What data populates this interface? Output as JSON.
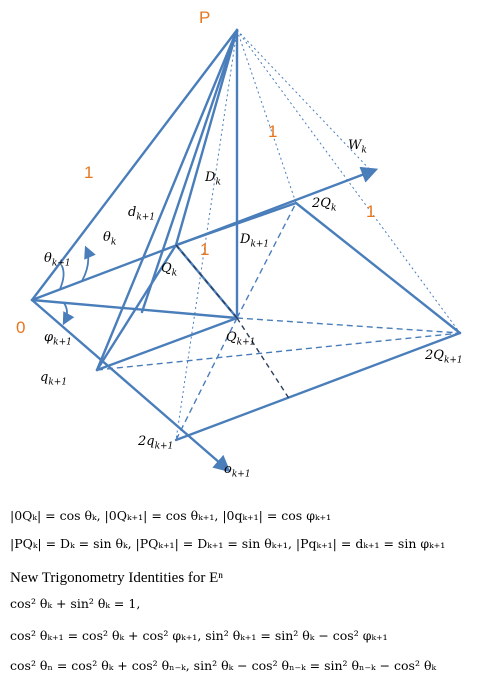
{
  "orange_labels": {
    "apex": "P",
    "origin": "0",
    "one_left": "1",
    "one_right_top": "1",
    "one_right": "1",
    "one_center": "1"
  },
  "labels": {
    "wk": "W",
    "wk_sub": "k",
    "dk": "D",
    "dk_sub": "k",
    "dk1": "d",
    "dk1_sub": "k+1",
    "theta_k": "θ",
    "theta_k_sub": "k",
    "theta_k1": "θ",
    "theta_k1_sub": "k+1",
    "Qk": "Q",
    "Qk_sub": "k",
    "Dk1": "D",
    "Dk1_sub": "k+1",
    "twoQk": "2Q",
    "twoQk_sub": "k",
    "phi_k1": "φ",
    "phi_k1_sub": "k+1",
    "Qk1": "Q",
    "Qk1_sub": "k+1",
    "qk1": "q",
    "qk1_sub": "k+1",
    "twoQk1": "2Q",
    "twoQk1_sub": "k+1",
    "twoqk1": "2q",
    "twoqk1_sub": "k+1",
    "ok1": "o",
    "ok1_sub": "k+1"
  },
  "formulas": [
    "|0Qₖ| = cos θₖ,  |0Qₖ₊₁| = cos θₖ₊₁,  |0qₖ₊₁| = cos φₖ₊₁",
    "|PQₖ| = Dₖ = sin θₖ,  |PQₖ₊₁| = Dₖ₊₁ = sin θₖ₊₁,  |Pqₖ₊₁| = dₖ₊₁ = sin φₖ₊₁",
    "New  Trigonometry Identities for Eⁿ",
    "cos² θₖ + sin² θₖ = 1,",
    "cos² θₖ₊₁ = cos² θₖ + cos² φₖ₊₁,   sin² θₖ₊₁ = sin² θₖ − cos² φₖ₊₁",
    "cos² θₙ = cos² θₖ + cos² θₙ₋ₖ,  sin² θₖ − cos² θₙ₋ₖ = sin² θₙ₋ₖ − cos² θₖ"
  ],
  "colors": {
    "line": "#4a7ebb",
    "accent": "#e8761e",
    "text": "#000000"
  }
}
